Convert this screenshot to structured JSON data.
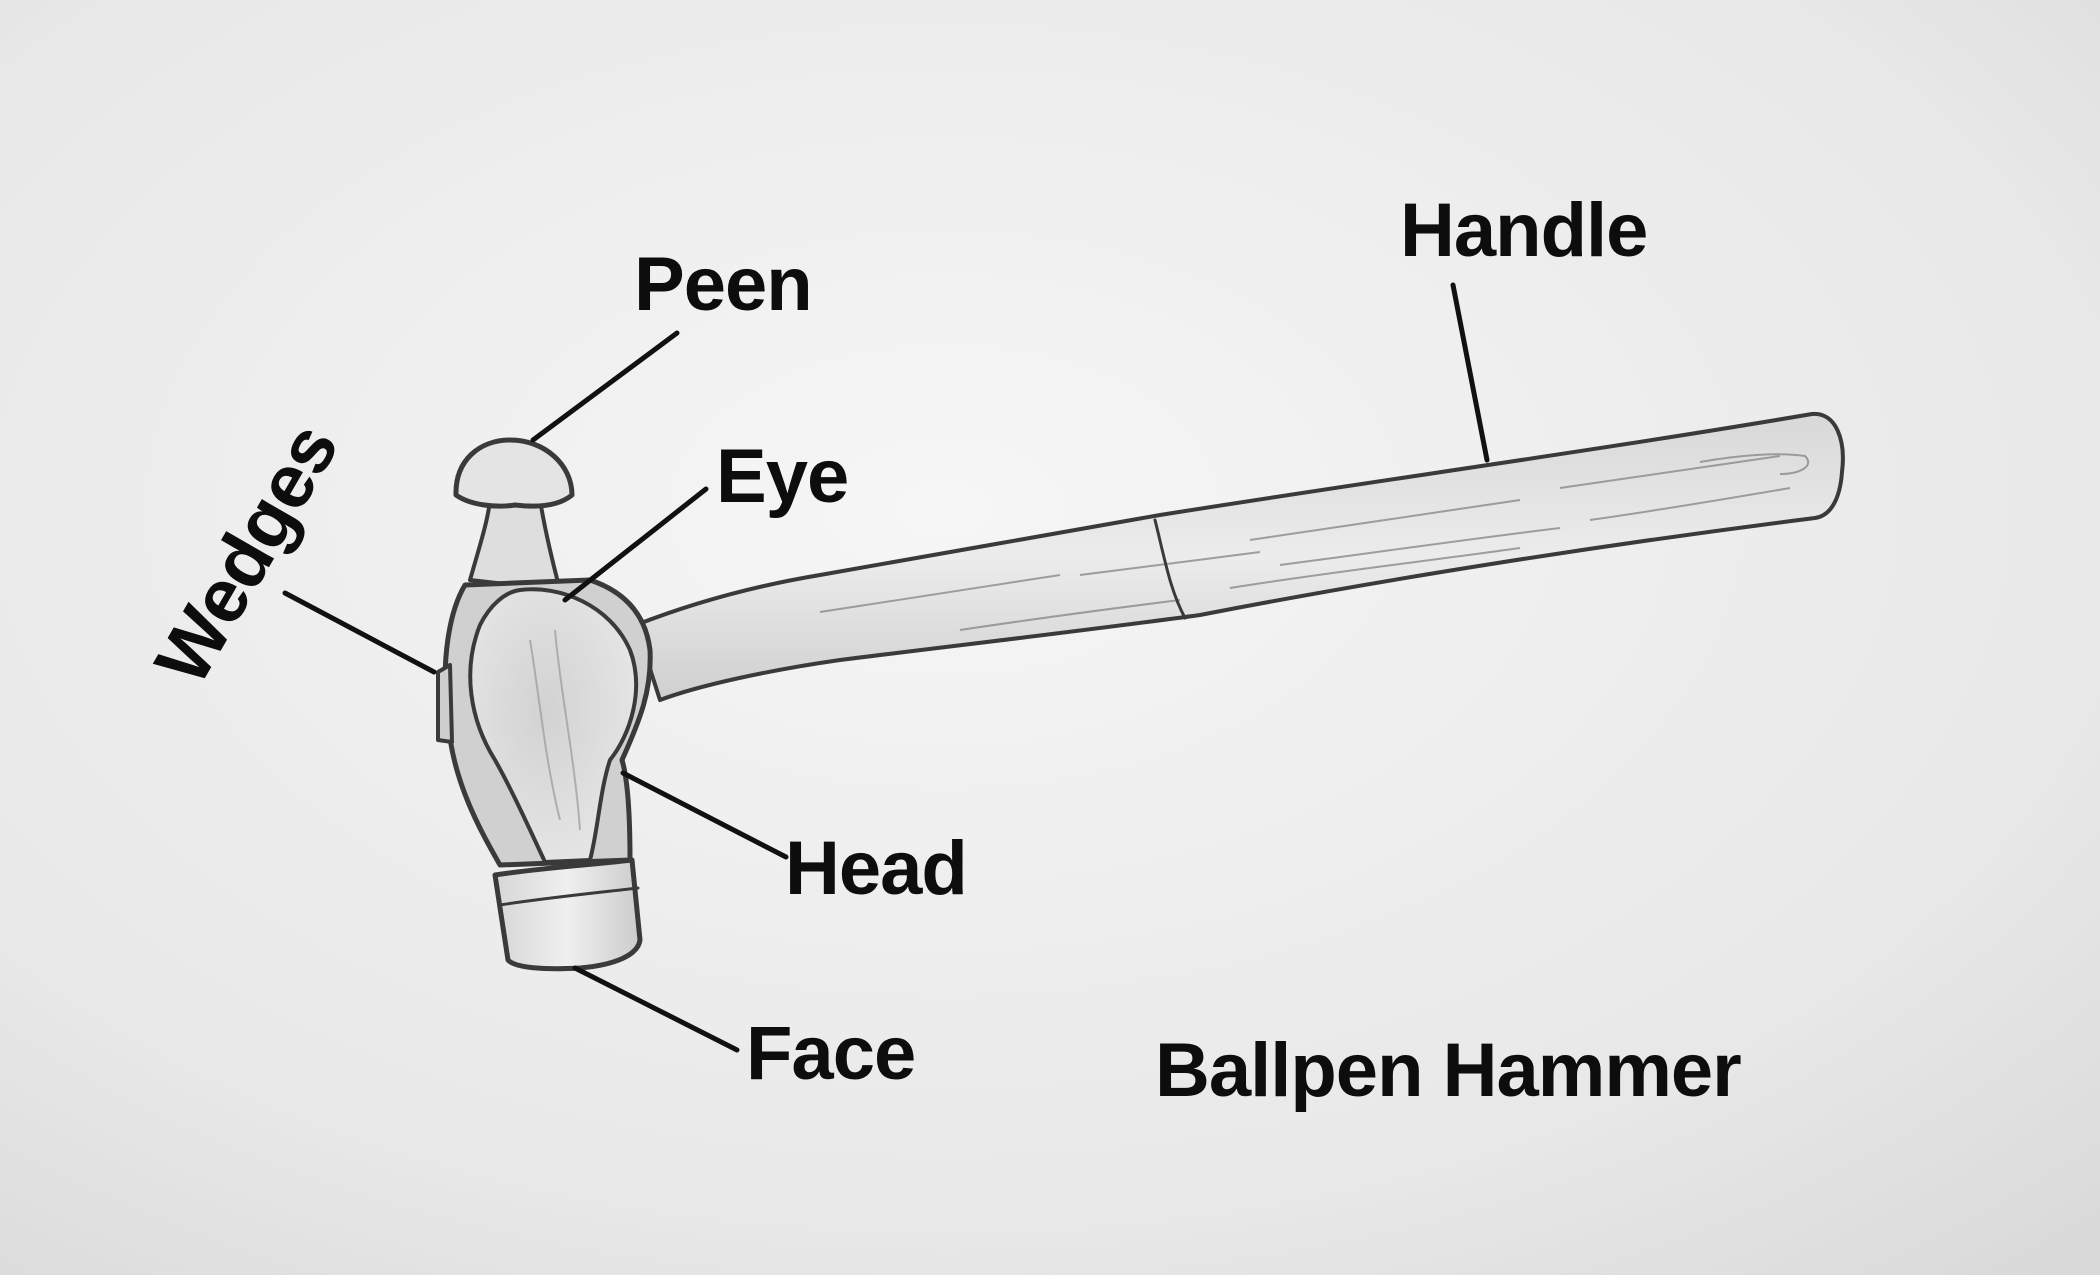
{
  "title": "Ballpen Hammer",
  "labels": {
    "peen": "Peen",
    "eye": "Eye",
    "wedges": "Wedges",
    "head": "Head",
    "face": "Face",
    "handle": "Handle"
  },
  "colors": {
    "paper": "#eaeaea",
    "ink": "#0d0d0d",
    "pencil": "#3a3a3a"
  }
}
